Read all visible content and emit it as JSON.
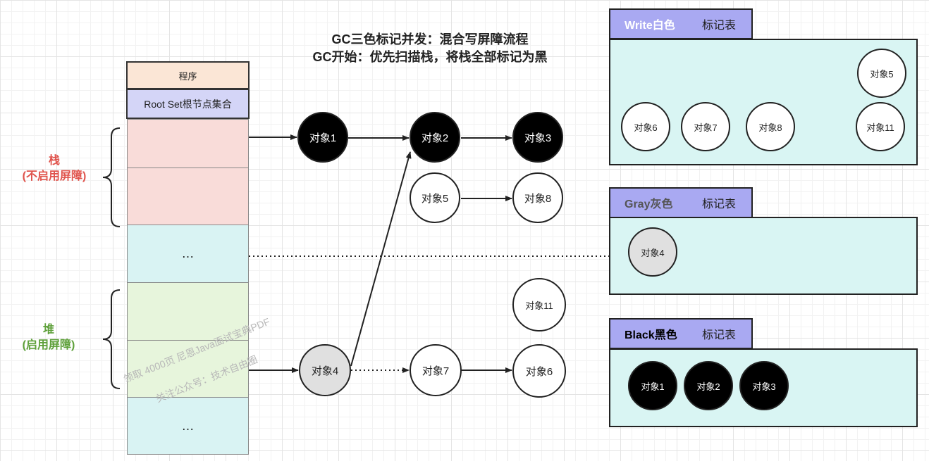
{
  "title": {
    "line1": "GC三色标记并发：混合写屏障流程",
    "line2": "GC开始：优先扫描栈，将栈全部标记为黑"
  },
  "stack_column": {
    "program": "程序",
    "root_set": "Root Set根节点集合",
    "ellipsis_mid": "…",
    "ellipsis_bottom": "…"
  },
  "side_labels": {
    "stack_title": "栈",
    "stack_note": "(不启用屏障)",
    "heap_title": "堆",
    "heap_note": "(启用屏障)"
  },
  "nodes": {
    "obj1": "对象1",
    "obj2": "对象2",
    "obj3": "对象3",
    "obj5": "对象5",
    "obj8": "对象8",
    "obj11": "对象11",
    "obj4": "对象4",
    "obj7": "对象7",
    "obj6": "对象6"
  },
  "tables": {
    "white": {
      "name": "Write白色",
      "suffix": "标记表",
      "items": {
        "a": "对象5",
        "b": "对象6",
        "c": "对象7",
        "d": "对象8",
        "e": "对象11"
      }
    },
    "gray": {
      "name": "Gray灰色",
      "suffix": "标记表",
      "items": {
        "a": "对象4"
      }
    },
    "black": {
      "name": "Black黑色",
      "suffix": "标记表",
      "items": {
        "a": "对象1",
        "b": "对象2",
        "c": "对象3"
      }
    }
  },
  "watermark": {
    "line1": "领取 4000页 尼恩Java面试宝典PDF",
    "line2": "关注公众号：技术自由圈"
  },
  "colors": {
    "stack_red": "#e0534c",
    "heap_green": "#5ea03a",
    "tab_blue": "#a9a9f2",
    "panel_cyan": "#d9f5f3",
    "program_bg": "#fbe6d6",
    "rootset_bg": "#d4d5f7",
    "stack_bg": "#f9dcd9",
    "mid_bg": "#d9f3f3",
    "heap_bg": "#e7f5dc"
  }
}
